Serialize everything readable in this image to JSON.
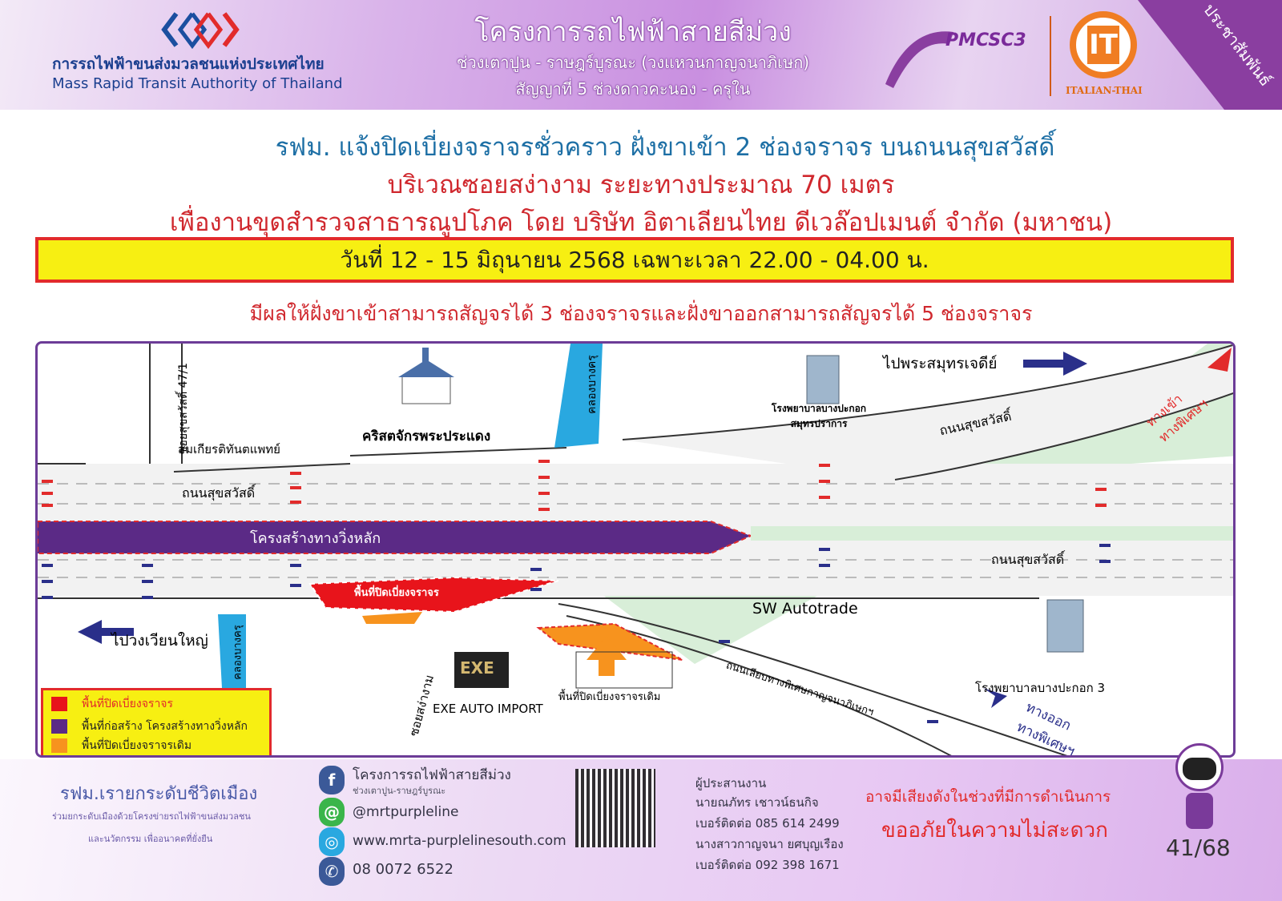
{
  "header": {
    "org_th": "การรถไฟฟ้าขนส่งมวลชนแห่งประเทศไทย",
    "org_en": "Mass Rapid Transit Authority of Thailand",
    "project": "โครงการรถไฟฟ้าสายสีม่วง",
    "section": "ช่วงเตาปูน - ราษฎร์บูรณะ (วงแหวนกาญจนาภิเษก)",
    "contract": "สัญญาที่ 5 ช่วงดาวคะนอง - ครุใน",
    "pmc": "PMCSC3",
    "it_logo": "IT",
    "contractor": "ITALIAN-THAI",
    "corner": "ประชาสัมพันธ์"
  },
  "notice": {
    "line1": "รฟม. แจ้งปิดเบี่ยงจราจรชั่วคราว  ฝั่งขาเข้า 2 ช่องจราจร บนถนนสุขสวัสดิ์",
    "line2": "บริเวณซอยสง่างาม ระยะทางประมาณ 70 เมตร",
    "line3": "เพื่องานขุดสำรวจสาธารณูปโภค โดย บริษัท อิตาเลียนไทย ดีเวล๊อปเมนต์ จำกัด (มหาชน)",
    "date": "วันที่ 12 - 15 มิถุนายน  2568 เฉพาะเวลา 22.00 - 04.00 น.",
    "effect": "มีผลให้ฝั่งขาเข้าสามารถสัญจรได้ 3 ช่องจราจรและฝั่งขาออกสามารถสัญจรได้ 5 ช่องจราจร"
  },
  "map": {
    "soi_47_1": "ซอยสุขสวัสดิ์ 47/1",
    "dental": "สมเกียรติทันตแพทย์",
    "church": "คริสตจักรพระประแดง",
    "canal_top": "คลองบางครุ",
    "canal_bottom": "คลองบางครุ",
    "hospital1": "โรงพยาบาลบางปะกอก สมุทรปราการ",
    "to_phra_samut": "ไปพระสมุทรเจดีย์",
    "expressway_in": "ทางเข้า ทางพิเศษฯ",
    "road_top": "ถนนสุขสวัสดิ์",
    "road_left": "ถนนสุขสวัสดิ์",
    "road_right": "ถนนสุขสวัสดิ์",
    "structure": "โครงสร้างทางวิ่งหลัก",
    "closed_area": "พื้นที่ปิดเบี่ยงจราจร",
    "sw": "SW Autotrade",
    "to_wongwian": "ไปวงเวียนใหญ่",
    "soi_sanga": "ซอยสง่างาม",
    "exe_logo": "EXE",
    "exe": "EXE AUTO IMPORT",
    "old_closed": "พื้นที่ปิดเบี่ยงจราจรเดิม",
    "bypass_road": "ถนนเลียบทางพิเศษกาญจนาภิเษกฯ",
    "hospital3": "โรงพยาบาลบางปะกอก 3",
    "expressway_out": "ทางออก ทางพิเศษฯ",
    "legend": [
      {
        "label": "พื้นที่ปิดเบี่ยงจราจร",
        "color": "#e8141b"
      },
      {
        "label": "พื้นที่ก่อสร้าง โครงสร้างทางวิ่งหลัก",
        "color": "#5b2a86"
      },
      {
        "label": "พื้นที่ปิดเบี่ยงจราจรเดิม",
        "color": "#f7931e"
      }
    ]
  },
  "footer": {
    "slogan": "รฟม.เรายกระดับชีวิตเมือง",
    "sub1": "ร่วมยกระดับเมืองด้วยโครงข่ายรถไฟฟ้าขนส่งมวลชน",
    "sub2": "และนวัตกรรม เพื่ออนาคตที่ยั่งยืน",
    "fb": "โครงการรถไฟฟ้าสายสีม่วง",
    "fb_sub": "ช่วงเตาปูน-ราษฎร์บูรณะ",
    "line": "@mrtpurpleline",
    "web": "www.mrta-purplelinesouth.com",
    "phone": "08 0072 6522",
    "coord_title": "ผู้ประสานงาน",
    "coord1": "นายณภัทร เชาวน์ธนกิจ",
    "coord1_tel": "เบอร์ติดต่อ 085 614 2499",
    "coord2": "นางสาวกาญจนา  ยศบุญเรือง",
    "coord2_tel": "เบอร์ติดต่อ 092 398 1671",
    "noise": "อาจมีเสียงดังในช่วงที่มีการดำเนินการ",
    "apology": "ขออภัยในความไม่สะดวก",
    "page": "41/68"
  }
}
